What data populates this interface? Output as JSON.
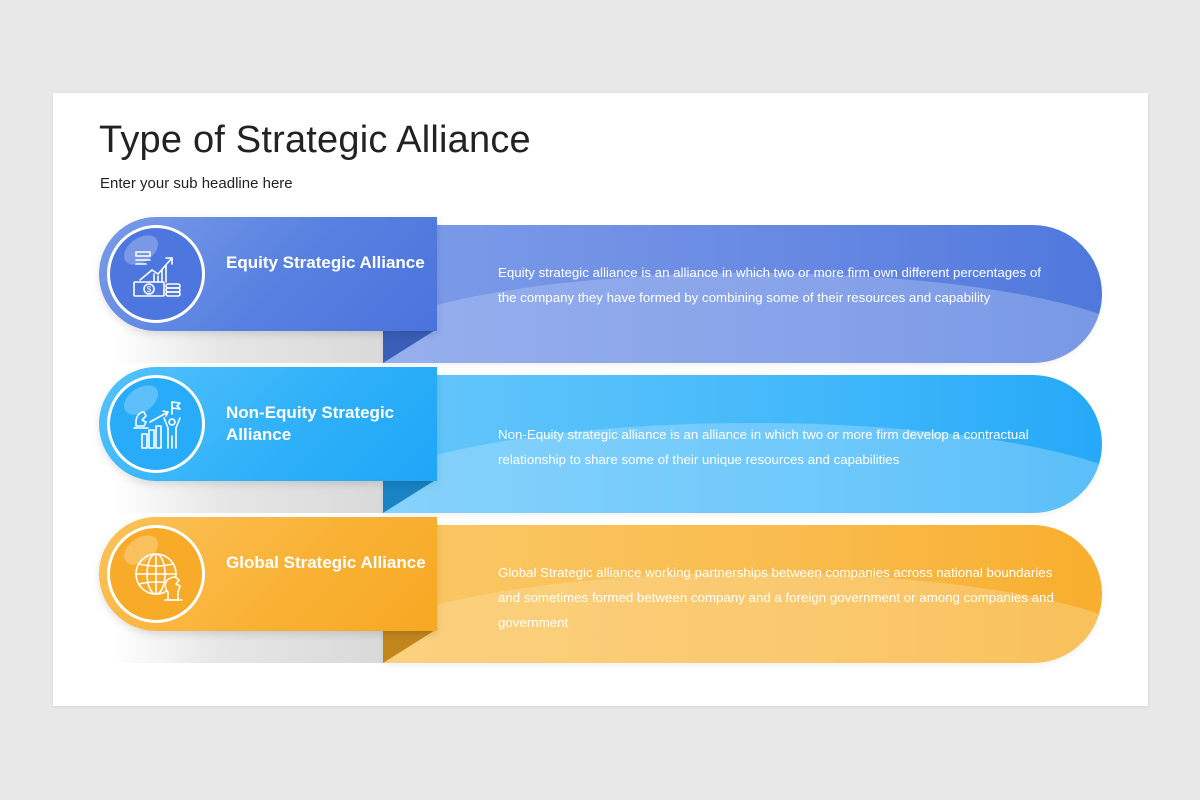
{
  "slide": {
    "title": "Type of Strategic Alliance",
    "subtitle": "Enter your sub headline here"
  },
  "items": [
    {
      "label": "Equity Strategic Alliance",
      "icon": "growth-chart-money-icon",
      "color": "#4f78dd",
      "description": "Equity strategic alliance is an alliance in which two or more firm own different percentages of the company they have formed by combining some of their resources and capability"
    },
    {
      "label": "Non-Equity Strategic Alliance",
      "icon": "strategy-success-icon",
      "color": "#25a9f8",
      "description": "Non-Equity strategic alliance is an alliance in which two or more firm develop a contractual relationship to share some of their unique resources and capabilities"
    },
    {
      "label": "Global Strategic Alliance",
      "icon": "globe-chess-knight-icon",
      "color": "#f8ae2d",
      "description": "Global Strategic alliance working partnerships between companies across national boundaries and sometimes formed between company and a foreign government or among companies and government"
    }
  ]
}
